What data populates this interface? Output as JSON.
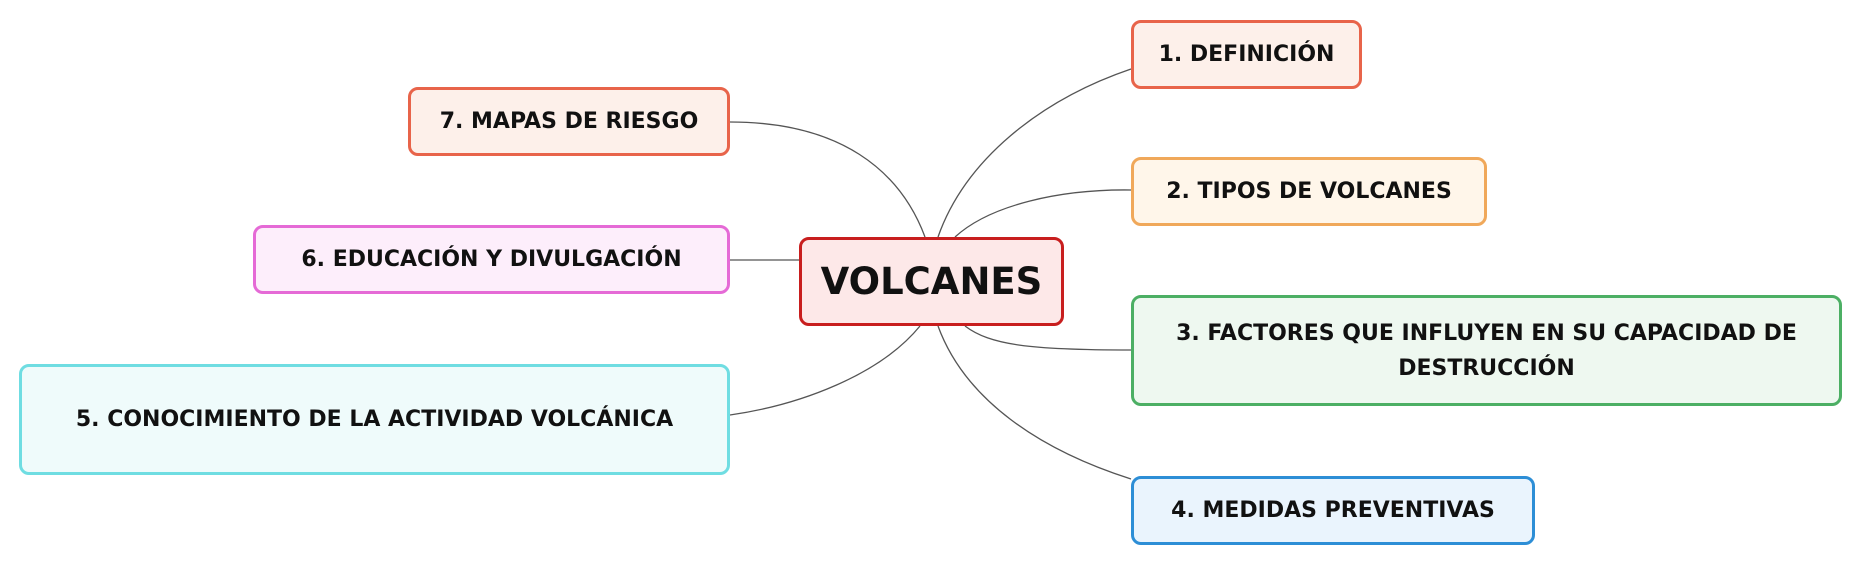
{
  "center": {
    "label": "VOLCANES"
  },
  "branches": [
    {
      "label": "1. DEFINICIÓN",
      "color": "#e8644a"
    },
    {
      "label": "2. TIPOS DE VOLCANES",
      "color": "#f0a85a"
    },
    {
      "label": "3. FACTORES QUE INFLUYEN EN SU CAPACIDAD DE DESTRUCCIÓN",
      "color": "#4caf64"
    },
    {
      "label": "4. MEDIDAS PREVENTIVAS",
      "color": "#2d8ed6"
    },
    {
      "label": "5. CONOCIMIENTO DE LA ACTIVIDAD VOLCÁNICA",
      "color": "#6fdde2"
    },
    {
      "label": "6. EDUCACIÓN Y DIVULGACIÓN",
      "color": "#e56ad6"
    },
    {
      "label": "7. MAPAS DE RIESGO",
      "color": "#e8644a"
    }
  ]
}
